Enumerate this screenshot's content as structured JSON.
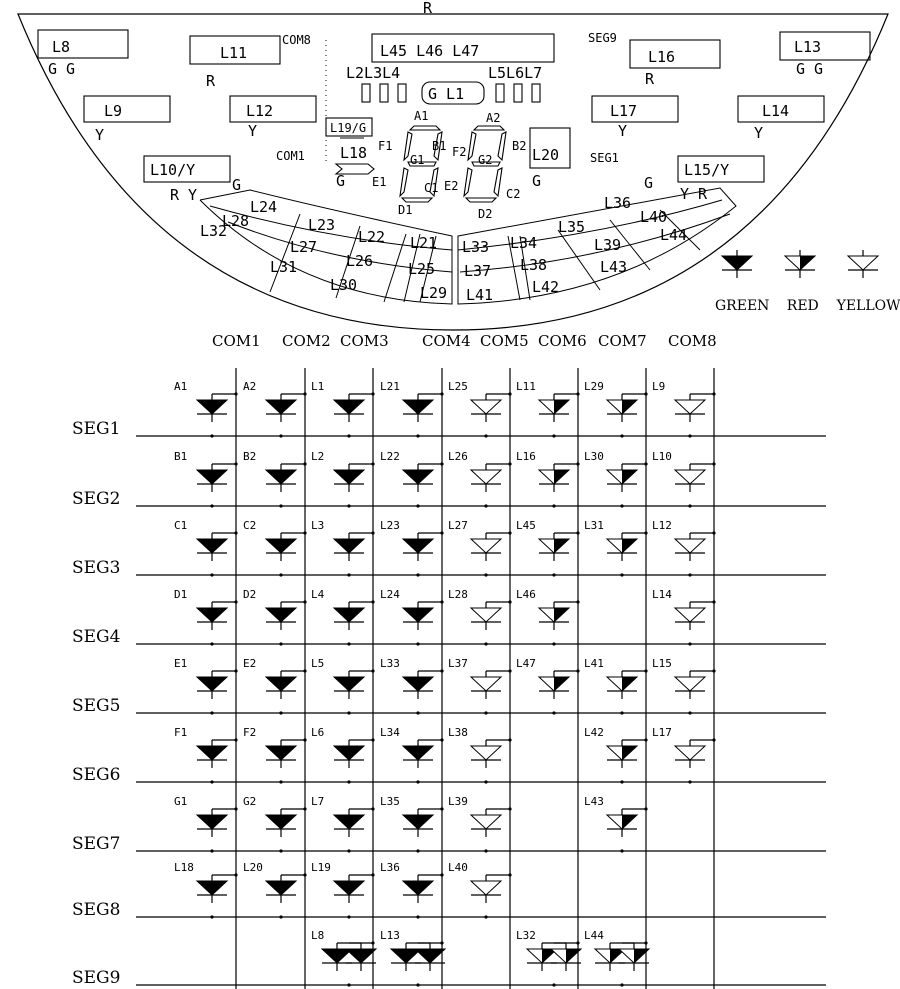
{
  "top_panel": {
    "top_label": "R",
    "boxes": [
      {
        "id": "L8",
        "label": "L8",
        "sub": "G  G"
      },
      {
        "id": "L11",
        "label": "L11",
        "sub": "R"
      },
      {
        "id": "L45",
        "label": "L45 L46 L47",
        "sub": ""
      },
      {
        "id": "L16",
        "label": "L16",
        "sub": "R"
      },
      {
        "id": "L13",
        "label": "L13",
        "sub": "G  G"
      },
      {
        "id": "L9",
        "label": "L9",
        "sub": "Y"
      },
      {
        "id": "L12",
        "label": "L12",
        "sub": "Y"
      },
      {
        "id": "L17",
        "label": "L17",
        "sub": "Y"
      },
      {
        "id": "L14",
        "label": "L14",
        "sub": "Y"
      },
      {
        "id": "L10",
        "label": "L10/Y",
        "sub": "R  Y"
      },
      {
        "id": "L15",
        "label": "L15/Y",
        "sub": "Y  R"
      },
      {
        "id": "L19",
        "label": "L19/G",
        "sub": ""
      },
      {
        "id": "L20",
        "label": "L20",
        "sub": ""
      }
    ],
    "small_labels": {
      "com8": "COM8",
      "seg9": "SEG9",
      "com1": "COM1",
      "seg1": "SEG1",
      "l2l4": "L2L3L4",
      "l5l7": "L5L6L7",
      "gl1": "G L1",
      "l18": "L18",
      "g_l18": "G",
      "g_l20": "G",
      "g_l10": "G",
      "g_l15": "G"
    },
    "digit_labels": [
      "A1",
      "B1",
      "F1",
      "G1",
      "E1",
      "C1",
      "D1",
      "A2",
      "B2",
      "F2",
      "G2",
      "E2",
      "C2",
      "D2"
    ],
    "arc_labels_left": [
      "L24",
      "L28",
      "L32",
      "L23",
      "L27",
      "L31",
      "L22",
      "L26",
      "L30",
      "L21",
      "L25",
      "L29"
    ],
    "arc_labels_right": [
      "L36",
      "L40",
      "L44",
      "L35",
      "L39",
      "L43",
      "L34",
      "L38",
      "L42",
      "L33",
      "L37",
      "L41"
    ]
  },
  "legend": [
    {
      "label": "GREEN",
      "fill": "#000000"
    },
    {
      "label": "RED",
      "fill": "half"
    },
    {
      "label": "YELLOW",
      "fill": "#ffffff"
    }
  ],
  "matrix": {
    "columns": [
      "COM1",
      "COM2",
      "COM3",
      "COM4",
      "COM5",
      "COM6",
      "COM7",
      "COM8"
    ],
    "rows": [
      "SEG1",
      "SEG2",
      "SEG3",
      "SEG4",
      "SEG5",
      "SEG6",
      "SEG7",
      "SEG8",
      "SEG9"
    ],
    "cells": [
      [
        {
          "l": "A1",
          "t": "g"
        },
        {
          "l": "A2",
          "t": "g"
        },
        {
          "l": "L1",
          "t": "g"
        },
        {
          "l": "L21",
          "t": "g"
        },
        {
          "l": "L25",
          "t": "y"
        },
        {
          "l": "L11",
          "t": "r"
        },
        {
          "l": "L29",
          "t": "r"
        },
        {
          "l": "L9",
          "t": "y"
        }
      ],
      [
        {
          "l": "B1",
          "t": "g"
        },
        {
          "l": "B2",
          "t": "g"
        },
        {
          "l": "L2",
          "t": "g"
        },
        {
          "l": "L22",
          "t": "g"
        },
        {
          "l": "L26",
          "t": "y"
        },
        {
          "l": "L16",
          "t": "r"
        },
        {
          "l": "L30",
          "t": "r"
        },
        {
          "l": "L10",
          "t": "y"
        }
      ],
      [
        {
          "l": "C1",
          "t": "g"
        },
        {
          "l": "C2",
          "t": "g"
        },
        {
          "l": "L3",
          "t": "g"
        },
        {
          "l": "L23",
          "t": "g"
        },
        {
          "l": "L27",
          "t": "y"
        },
        {
          "l": "L45",
          "t": "r"
        },
        {
          "l": "L31",
          "t": "r"
        },
        {
          "l": "L12",
          "t": "y"
        }
      ],
      [
        {
          "l": "D1",
          "t": "g"
        },
        {
          "l": "D2",
          "t": "g"
        },
        {
          "l": "L4",
          "t": "g"
        },
        {
          "l": "L24",
          "t": "g"
        },
        {
          "l": "L28",
          "t": "y"
        },
        {
          "l": "L46",
          "t": "r"
        },
        null,
        {
          "l": "L14",
          "t": "y"
        }
      ],
      [
        {
          "l": "E1",
          "t": "g"
        },
        {
          "l": "E2",
          "t": "g"
        },
        {
          "l": "L5",
          "t": "g"
        },
        {
          "l": "L33",
          "t": "g"
        },
        {
          "l": "L37",
          "t": "y"
        },
        {
          "l": "L47",
          "t": "r"
        },
        {
          "l": "L41",
          "t": "r"
        },
        {
          "l": "L15",
          "t": "y"
        }
      ],
      [
        {
          "l": "F1",
          "t": "g"
        },
        {
          "l": "F2",
          "t": "g"
        },
        {
          "l": "L6",
          "t": "g"
        },
        {
          "l": "L34",
          "t": "g"
        },
        {
          "l": "L38",
          "t": "y"
        },
        null,
        {
          "l": "L42",
          "t": "r"
        },
        {
          "l": "L17",
          "t": "y"
        }
      ],
      [
        {
          "l": "G1",
          "t": "g"
        },
        {
          "l": "G2",
          "t": "g"
        },
        {
          "l": "L7",
          "t": "g"
        },
        {
          "l": "L35",
          "t": "g"
        },
        {
          "l": "L39",
          "t": "y"
        },
        null,
        {
          "l": "L43",
          "t": "r"
        },
        null
      ],
      [
        {
          "l": "L18",
          "t": "g"
        },
        {
          "l": "L20",
          "t": "g"
        },
        {
          "l": "L19",
          "t": "g"
        },
        {
          "l": "L36",
          "t": "g"
        },
        {
          "l": "L40",
          "t": "y"
        },
        null,
        null,
        null
      ],
      [
        null,
        null,
        {
          "l": "L8",
          "t": "gg"
        },
        {
          "l": "L13",
          "t": "gg"
        },
        null,
        {
          "l": "L32",
          "t": "rr"
        },
        {
          "l": "L44",
          "t": "rr"
        },
        null
      ]
    ]
  }
}
